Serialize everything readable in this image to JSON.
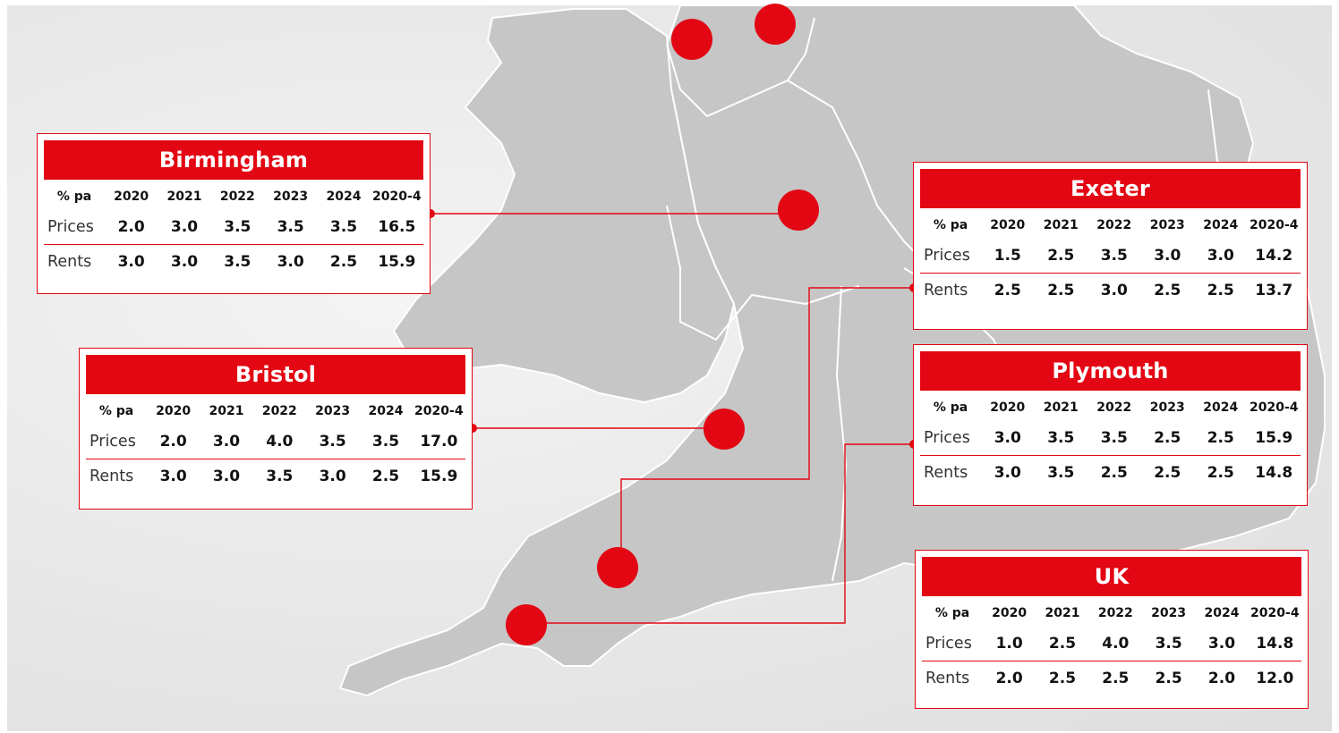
{
  "colors": {
    "accent": "#e30613",
    "land": "#c6c6c6",
    "border": "#ffffff",
    "text": "#111111"
  },
  "column_labels": [
    "% pa",
    "2020",
    "2021",
    "2022",
    "2023",
    "2024",
    "2020-4"
  ],
  "cities": [
    {
      "key": "birmingham",
      "title": "Birmingham",
      "prices": {
        "label": "Prices",
        "values": [
          "2.0",
          "3.0",
          "3.5",
          "3.5",
          "3.5",
          "16.5"
        ]
      },
      "rents": {
        "label": "Rents",
        "values": [
          "3.0",
          "3.0",
          "3.5",
          "3.0",
          "2.5",
          "15.9"
        ]
      }
    },
    {
      "key": "bristol",
      "title": "Bristol",
      "prices": {
        "label": "Prices",
        "values": [
          "2.0",
          "3.0",
          "4.0",
          "3.5",
          "3.5",
          "17.0"
        ]
      },
      "rents": {
        "label": "Rents",
        "values": [
          "3.0",
          "3.0",
          "3.5",
          "3.0",
          "2.5",
          "15.9"
        ]
      }
    },
    {
      "key": "exeter",
      "title": "Exeter",
      "prices": {
        "label": "Prices",
        "values": [
          "1.5",
          "2.5",
          "3.5",
          "3.0",
          "3.0",
          "14.2"
        ]
      },
      "rents": {
        "label": "Rents",
        "values": [
          "2.5",
          "2.5",
          "3.0",
          "2.5",
          "2.5",
          "13.7"
        ]
      }
    },
    {
      "key": "plymouth",
      "title": "Plymouth",
      "prices": {
        "label": "Prices",
        "values": [
          "3.0",
          "3.5",
          "3.5",
          "2.5",
          "2.5",
          "15.9"
        ]
      },
      "rents": {
        "label": "Rents",
        "values": [
          "3.0",
          "3.5",
          "2.5",
          "2.5",
          "2.5",
          "14.8"
        ]
      }
    },
    {
      "key": "uk",
      "title": "UK",
      "prices": {
        "label": "Prices",
        "values": [
          "1.0",
          "2.5",
          "4.0",
          "3.5",
          "3.0",
          "14.8"
        ]
      },
      "rents": {
        "label": "Rents",
        "values": [
          "2.0",
          "2.5",
          "2.5",
          "2.5",
          "2.0",
          "12.0"
        ]
      }
    }
  ]
}
